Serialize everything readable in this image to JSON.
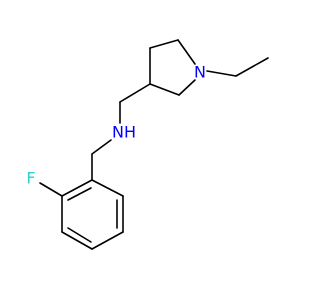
{
  "molecule": {
    "atoms": {
      "nitrogen_ring": "N",
      "nitrogen_amine": "NH",
      "fluorine": "F"
    },
    "colors": {
      "nitrogen": "#0000ff",
      "fluorine": "#33cccc",
      "bond": "#000000",
      "background": "#ffffff"
    }
  }
}
